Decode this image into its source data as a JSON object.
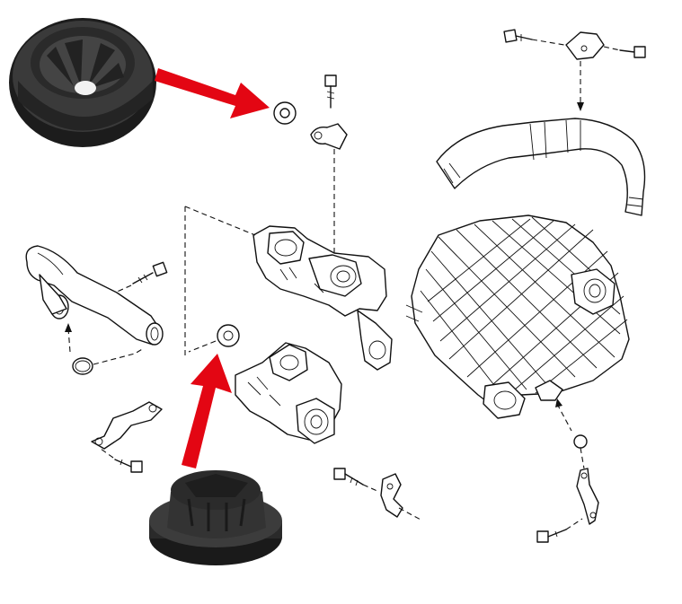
{
  "diagram": {
    "description_labels": [],
    "colors": {
      "background": "#ffffff",
      "line_art": "#111111",
      "callout_arrow": "#e30613",
      "grommet_rubber": "#2e2e2e"
    },
    "parts": [
      "grommet-photo-top",
      "grommet-photo-bottom",
      "egr-valve",
      "intake-manifold",
      "coolant-pipe",
      "air-hose",
      "bracket",
      "bolt",
      "grommet",
      "o-ring"
    ]
  }
}
